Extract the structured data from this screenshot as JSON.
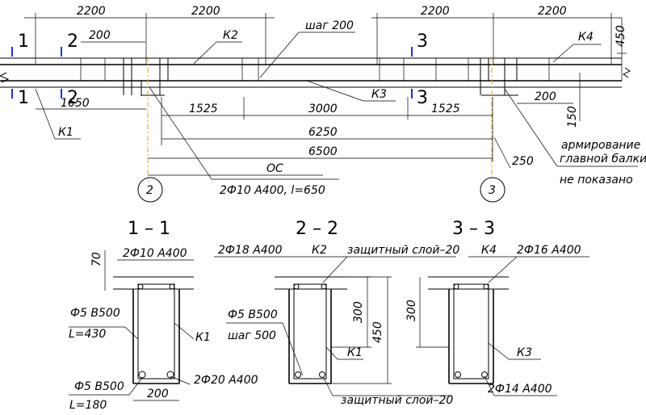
{
  "top_dims": {
    "d1": "2200",
    "d2": "2200",
    "d3": "2200",
    "d4": "2200",
    "h450": "450"
  },
  "plan_labels": {
    "k1": "К1",
    "k2": "К2",
    "k3": "К3",
    "k4": "К4",
    "step": "шаг 200",
    "s1": "1",
    "s2": "2",
    "s3": "3",
    "d200a": "200",
    "d200b": "200",
    "d1650": "1650",
    "d1525a": "1525",
    "d3000": "3000",
    "d1525b": "1525",
    "d6250": "6250",
    "d6500": "6500",
    "oc": "ОС",
    "rebar": "2Ф10 А400, l=650",
    "axis2": "2",
    "axis3": "3",
    "d150": "150",
    "d250": "250",
    "note1": "армирование",
    "note2": "главной балки",
    "note3": "не показано"
  },
  "sections": {
    "s11": {
      "title": "1 – 1",
      "top": "2Ф10 А400",
      "d70": "70",
      "stir": "Ф5 В500",
      "stirL": "L=430",
      "k": "К1",
      "tie": "Ф5 В500",
      "tieL": "L=180",
      "bot": "2Ф20 А400",
      "w200": "200"
    },
    "s22": {
      "title": "2 – 2",
      "top": "2Ф18 А400",
      "k2": "К2",
      "cover_top": "защитный слой–20",
      "stir": "Ф5 В500",
      "step": "шаг 500",
      "d300": "300",
      "d450": "450",
      "k": "К1",
      "cover_bot": "защитный слой–20"
    },
    "s33": {
      "title": "3 – 3",
      "k4": "К4",
      "top": "2Ф16 А400",
      "d300": "300",
      "k": "К3",
      "bot": "2Ф14 А400"
    }
  },
  "colors": {
    "section_mark": "#1f2fd0",
    "axis_line": "#e0a020"
  }
}
